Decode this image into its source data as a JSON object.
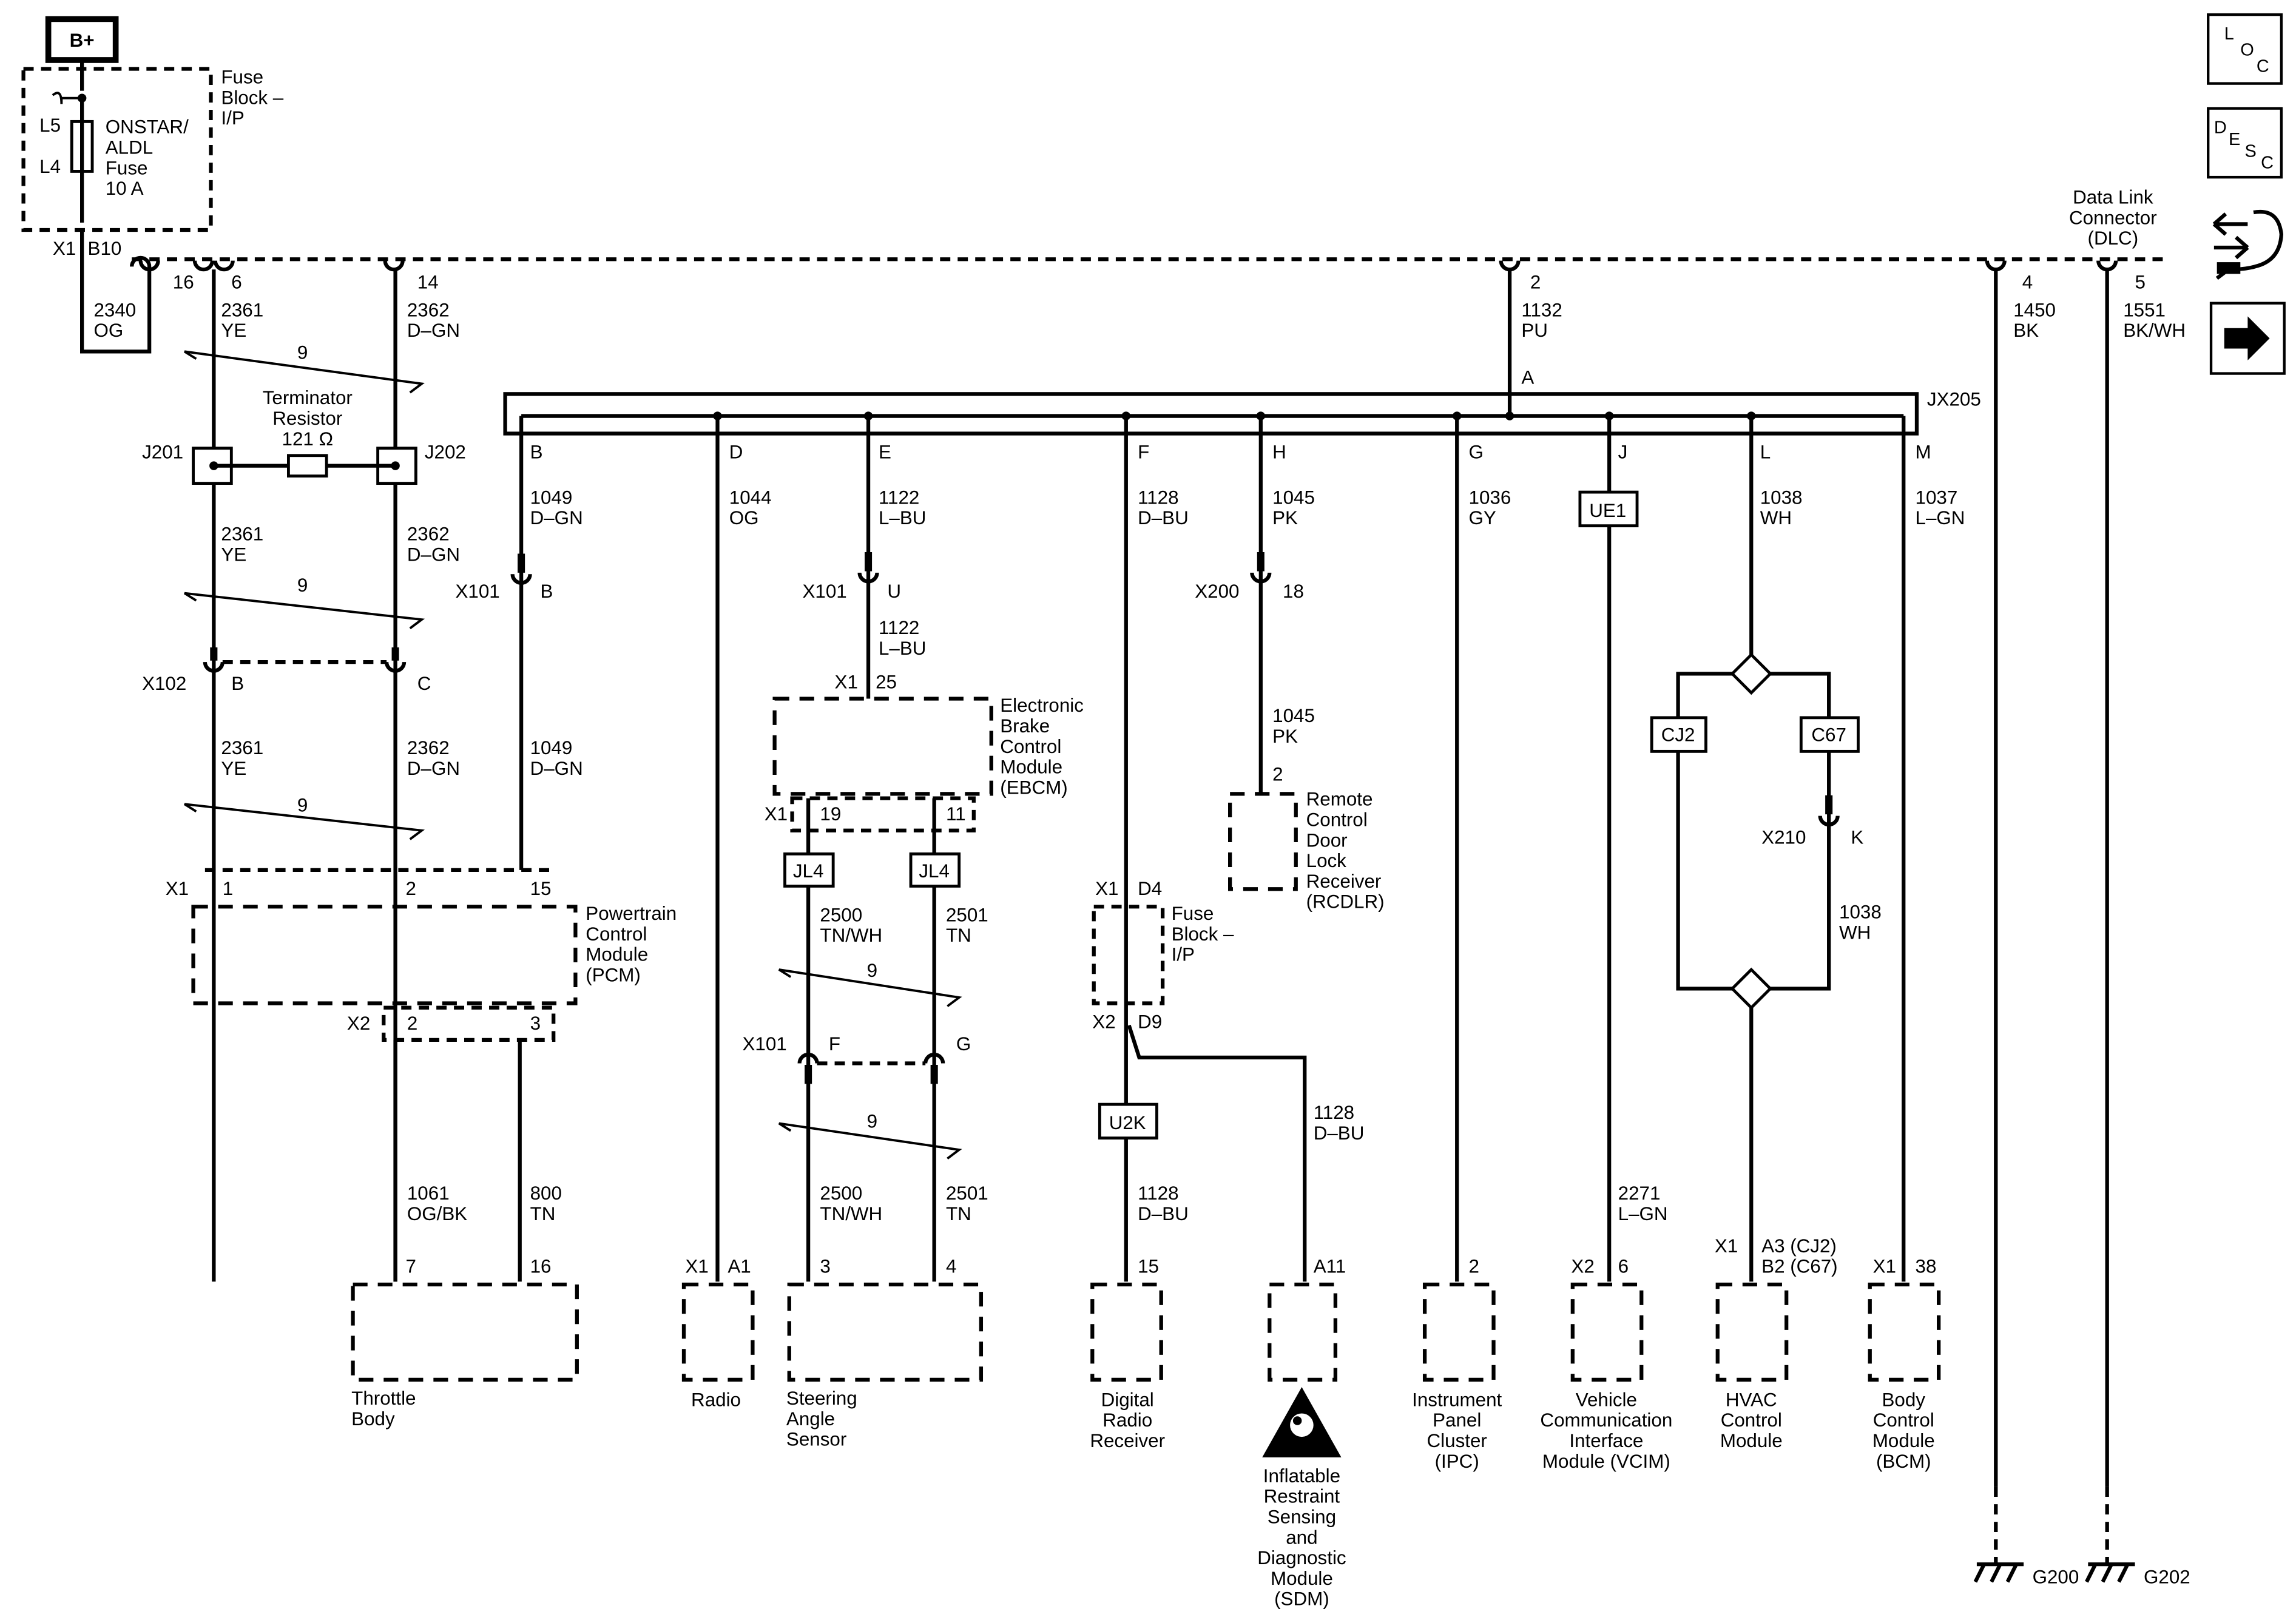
{
  "power_source": "B+",
  "fuse_block_top": {
    "title": [
      "Fuse",
      "Block –",
      "I/P"
    ],
    "pin_top": "L5",
    "pin_bottom": "L4",
    "fuse_label": [
      "ONSTAR/",
      "ALDL",
      "Fuse",
      "10 A"
    ]
  },
  "supply_connector": {
    "conn": "X1",
    "pin": "B10",
    "wire_num": "2340",
    "wire_color": "OG"
  },
  "dlc": {
    "title": [
      "Data Link",
      "Connector",
      "(DLC)"
    ],
    "pins": [
      "16",
      "6",
      "14",
      "2",
      "4",
      "5"
    ]
  },
  "can_hi": {
    "num": "2361",
    "color": "YE"
  },
  "can_lo": {
    "num": "2362",
    "color": "D–GN"
  },
  "twist": "9",
  "terminator": {
    "label": [
      "Terminator",
      "Resistor",
      "121 Ω"
    ],
    "left": "J201",
    "right": "J202"
  },
  "x102": {
    "conn": "X102",
    "pin_left": "B",
    "pin_right": "C"
  },
  "pcm": {
    "name": [
      "Powertrain",
      "Control",
      "Module",
      "(PCM)"
    ],
    "conn": "X1",
    "pins": [
      "1",
      "2",
      "15"
    ],
    "lower_conn": "X2",
    "lower_pins": [
      "2",
      "3"
    ]
  },
  "pcm_feed": {
    "pin_letter": "B",
    "num": "1049",
    "color": "D–GN",
    "conn": "X101",
    "conn_pin": "B"
  },
  "throttle_body": {
    "name": [
      "Throttle",
      "Body"
    ],
    "pins": [
      "7",
      "16"
    ],
    "wires": [
      {
        "num": "1061",
        "color": "OG/BK"
      },
      {
        "num": "800",
        "color": "TN"
      }
    ]
  },
  "radio": {
    "pin_letter": "D",
    "num": "1044",
    "color": "OG",
    "conn": "X1",
    "pin": "A1",
    "name": [
      "Radio"
    ]
  },
  "ebcm": {
    "pin_letter": "E",
    "num": "1122",
    "color": "L–BU",
    "conn": "X101",
    "conn_pin": "U",
    "module_conn": "X1",
    "module_pin": "25",
    "name": [
      "Electronic",
      "Brake",
      "Control",
      "Module",
      "(EBCM)"
    ],
    "lower_conn": "X1",
    "lower_pins": [
      "19",
      "11"
    ],
    "splice": "JL4"
  },
  "steering": {
    "wires": [
      {
        "num": "2500",
        "color": "TN/WH"
      },
      {
        "num": "2501",
        "color": "TN"
      }
    ],
    "conn": "X101",
    "conn_pins": [
      "F",
      "G"
    ],
    "pins": [
      "3",
      "4"
    ],
    "name": [
      "Steering",
      "Angle",
      "Sensor"
    ]
  },
  "digital_radio": {
    "pin_letter": "F",
    "num": "1128",
    "color": "D–BU",
    "fuse_conn_top": "X1",
    "fuse_pin_top": "D4",
    "fuse_conn_bottom": "X2",
    "fuse_pin_bottom": "D9",
    "fuse_name": [
      "Fuse",
      "Block –",
      "I/P"
    ],
    "splice": "U2K",
    "pin": "15",
    "name": [
      "Digital",
      "Radio",
      "Receiver"
    ]
  },
  "sdm": {
    "num": "1128",
    "color": "D–BU",
    "pin": "A11",
    "name": [
      "Inflatable",
      "Restraint",
      "Sensing",
      "and",
      "Diagnostic",
      "Module",
      "(SDM)"
    ]
  },
  "rcdlr": {
    "pin_letter": "H",
    "num": "1045",
    "color": "PK",
    "conn": "X200",
    "conn_pin": "18",
    "pin": "2",
    "name": [
      "Remote",
      "Control",
      "Door",
      "Lock",
      "Receiver",
      "(RCDLR)"
    ]
  },
  "ipc": {
    "pin_letter": "G",
    "num": "1036",
    "color": "GY",
    "pin": "2",
    "name": [
      "Instrument",
      "Panel",
      "Cluster",
      "(IPC)"
    ]
  },
  "vcim": {
    "pin_letter": "J",
    "splice": "UE1",
    "num": "2271",
    "color": "L–GN",
    "conn": "X2",
    "pin": "6",
    "name": [
      "Vehicle",
      "Communication",
      "Interface",
      "Module (VCIM)"
    ]
  },
  "hvac": {
    "pin_letter": "L",
    "num": "1038",
    "color": "WH",
    "option_left": "CJ2",
    "option_right": "C67",
    "conn_x210": "X210",
    "pin_x210": "K",
    "conn": "X1",
    "pins": [
      "A3 (CJ2)",
      "B2 (C67)"
    ],
    "name": [
      "HVAC",
      "Control",
      "Module"
    ]
  },
  "bcm": {
    "pin_letter": "M",
    "num": "1037",
    "color": "L–GN",
    "conn": "X1",
    "pin": "38",
    "name": [
      "Body",
      "Control",
      "Module",
      "(BCM)"
    ]
  },
  "jx205": {
    "label": "JX205",
    "top_pin": "A",
    "top_num": "1132",
    "top_color": "PU"
  },
  "grounds": {
    "g200": {
      "num": "1450",
      "color": "BK",
      "label": "G200"
    },
    "g202": {
      "num": "1551",
      "color": "BK/WH",
      "label": "G202"
    }
  },
  "nav_icons": [
    "location-icon",
    "description-icon",
    "connector-tool-icon",
    "next-arrow-icon"
  ],
  "nav_text": {
    "loc": [
      "L",
      "O",
      "C"
    ],
    "desc": [
      "D",
      "E",
      "S",
      "C"
    ]
  }
}
